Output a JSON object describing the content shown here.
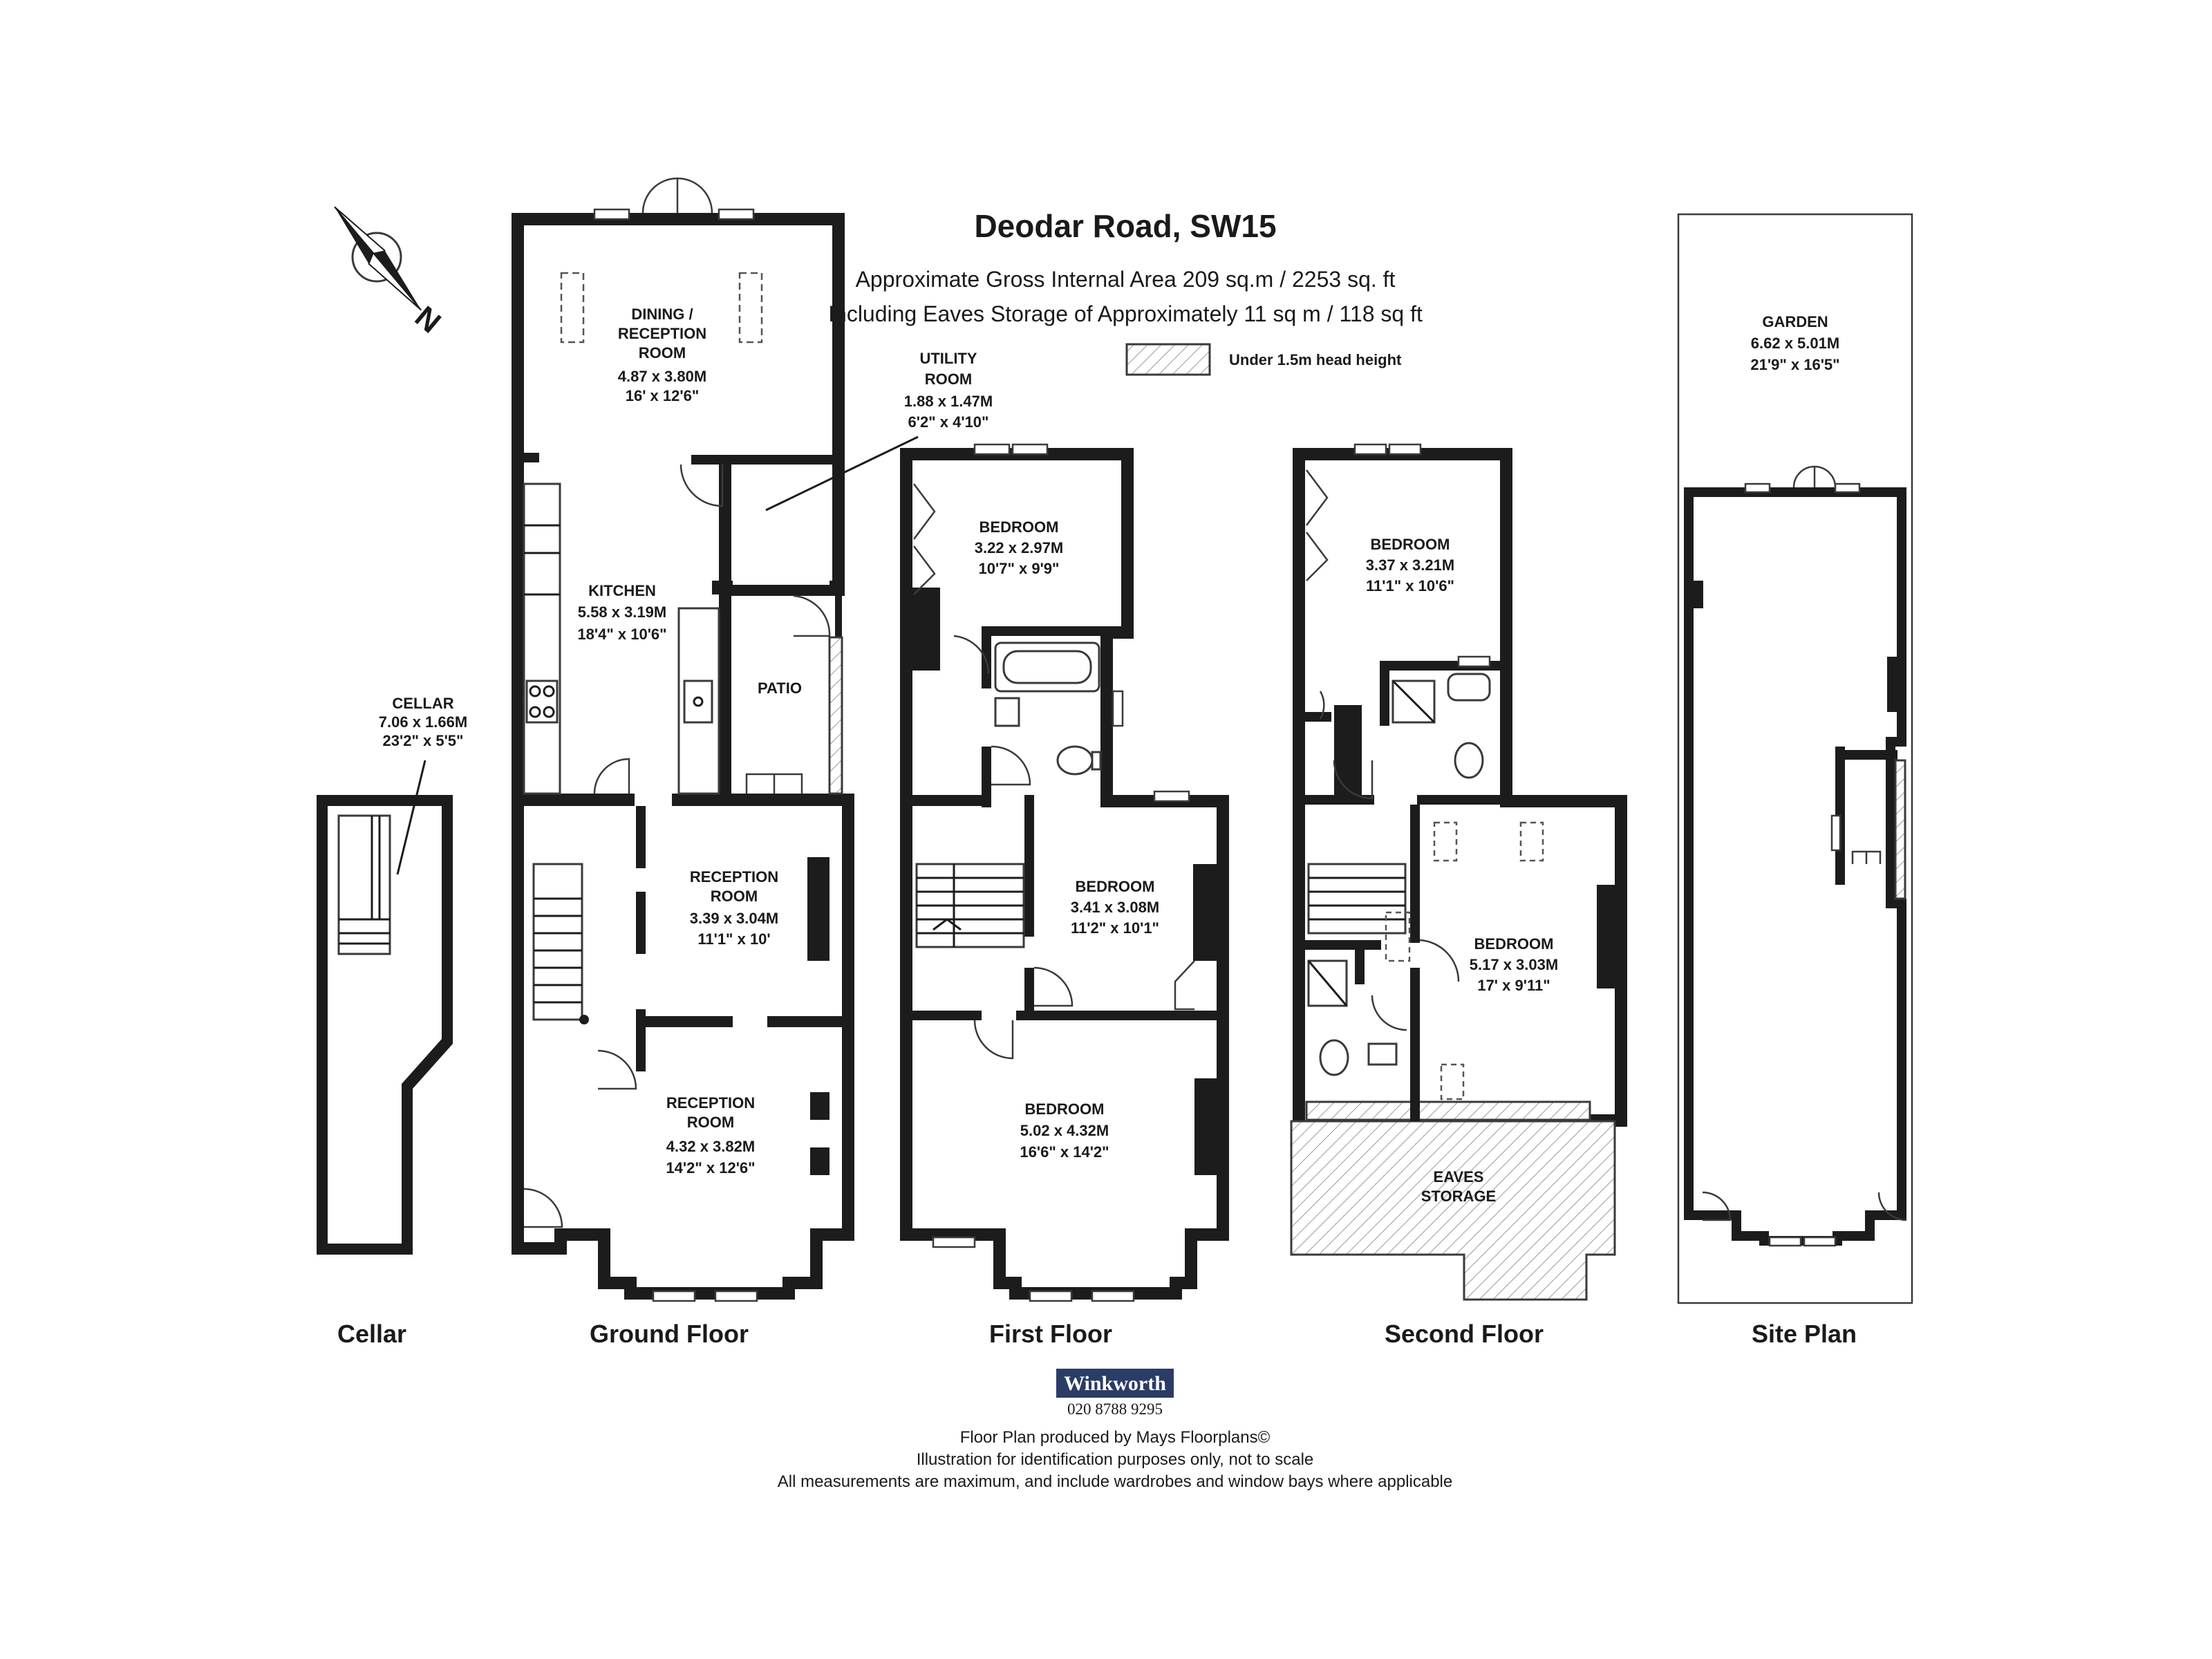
{
  "header": {
    "title": "Deodar Road, SW15",
    "line1": "Approximate Gross Internal Area 209 sq.m / 2253 sq. ft",
    "line2": "Including Eaves Storage of Approximately 11 sq m  /  118 sq ft"
  },
  "legend": {
    "label": "Under 1.5m head height"
  },
  "compass": {
    "letter": "N"
  },
  "floors": {
    "cellar": "Cellar",
    "ground": "Ground Floor",
    "first": "First Floor",
    "second": "Second Floor",
    "site": "Site Plan"
  },
  "rooms": {
    "dining": {
      "l1": "DINING /",
      "l2": "RECEPTION",
      "l3": "ROOM",
      "m": "4.87 x 3.80M",
      "f": "16' x 12'6\""
    },
    "utility": {
      "l1": "UTILITY",
      "l2": "ROOM",
      "m": "1.88 x 1.47M",
      "f": "6'2\" x 4'10\""
    },
    "kitchen": {
      "l1": "KITCHEN",
      "m": "5.58 x 3.19M",
      "f": "18'4\" x 10'6\""
    },
    "patio": {
      "l1": "PATIO"
    },
    "reception1": {
      "l1": "RECEPTION",
      "l2": "ROOM",
      "m": "3.39 x 3.04M",
      "f": "11'1\" x 10'"
    },
    "reception2": {
      "l1": "RECEPTION",
      "l2": "ROOM",
      "m": "4.32 x 3.82M",
      "f": "14'2\" x 12'6\""
    },
    "cellar": {
      "l1": "CELLAR",
      "m": "7.06 x 1.66M",
      "f": "23'2\" x 5'5\""
    },
    "ff_bed1": {
      "l1": "BEDROOM",
      "m": "3.22 x 2.97M",
      "f": "10'7\" x 9'9\""
    },
    "ff_bed2": {
      "l1": "BEDROOM",
      "m": "3.41 x 3.08M",
      "f": "11'2\" x 10'1\""
    },
    "ff_bed3": {
      "l1": "BEDROOM",
      "m": "5.02 x 4.32M",
      "f": "16'6\" x 14'2\""
    },
    "sf_bed1": {
      "l1": "BEDROOM",
      "m": "3.37 x 3.21M",
      "f": "11'1\" x 10'6\""
    },
    "sf_bed2": {
      "l1": "BEDROOM",
      "m": "5.17 x 3.03M",
      "f": "17' x 9'11\""
    },
    "eaves": {
      "l1": "EAVES",
      "l2": "STORAGE"
    },
    "garden": {
      "l1": "GARDEN",
      "m": "6.62 x 5.01M",
      "f": "21'9\" x 16'5\""
    }
  },
  "footer": {
    "brand": "Winkworth",
    "phone": "020 8788 9295",
    "line1": "Floor Plan produced by Mays Floorplans©",
    "line2": "Illustration for identification purposes only, not to scale",
    "line3": "All measurements are maximum, and include wardrobes and window bays where applicable"
  },
  "colors": {
    "wall": "#1c1c1c",
    "brand_bg": "#2b3c66",
    "hatch": "#9a9a9a"
  }
}
